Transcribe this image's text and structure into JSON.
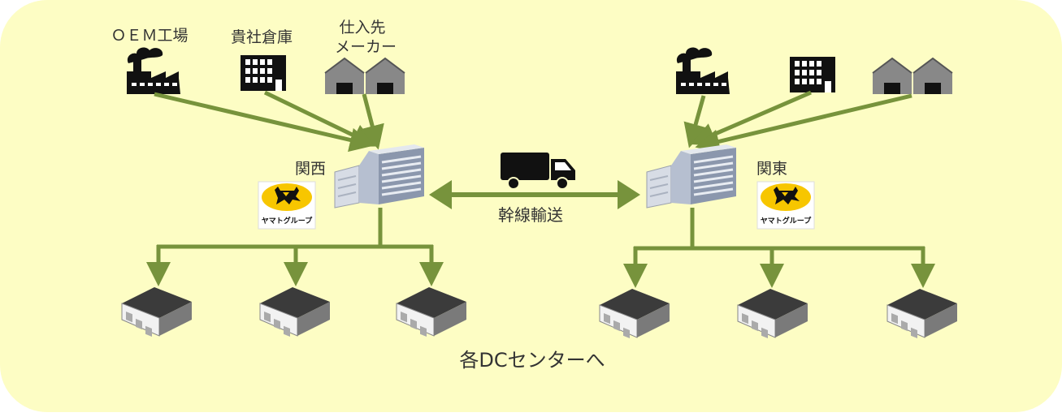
{
  "labels": {
    "oem_factory": "ＯＥＭ工場",
    "client_warehouse": "貴社倉庫",
    "supplier_line1": "仕入先",
    "supplier_line2": "メーカー",
    "kansai": "関西",
    "kanto": "関東",
    "trunk_transport": "幹線輸送",
    "to_dc": "各DCセンターへ",
    "logo_text": "ヤマトグループ"
  },
  "colors": {
    "background_panel": "#fdfdc4",
    "arrow": "#77933c",
    "icon_black": "#111111",
    "warehouse_gray": "#8e8e8e",
    "logo_yellow": "#f7c600",
    "text": "#333333"
  },
  "icons": {
    "factory": "factory-icon",
    "office": "office-building-icon",
    "warehouse": "warehouse-icon",
    "distribution_center": "distribution-center-icon",
    "truck": "truck-icon",
    "dc_building": "dc-building-icon",
    "logo": "yamato-logo-icon"
  }
}
